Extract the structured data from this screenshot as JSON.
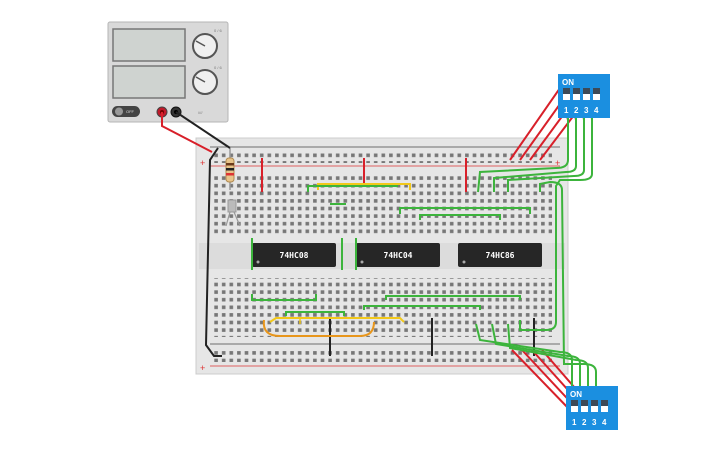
{
  "power_supply": {
    "switch_label": "OFF",
    "knob_marks": [
      "0 / 6",
      "0 / 6"
    ],
    "vent_text": "////"
  },
  "breadboard": {
    "plus_label": "+",
    "minus_label": "−"
  },
  "chips": [
    {
      "label": "74HC08"
    },
    {
      "label": "74HC04"
    },
    {
      "label": "74HC86"
    }
  ],
  "dip_switch_top": {
    "on_label": "ON",
    "numbers": [
      "1",
      "2",
      "3",
      "4"
    ]
  },
  "dip_switch_bottom": {
    "on_label": "ON",
    "numbers": [
      "1",
      "2",
      "3",
      "4"
    ]
  },
  "colors": {
    "wire_red": "#d8202a",
    "wire_black": "#222222",
    "wire_green": "#3cb43c",
    "wire_yellow": "#f2c81a",
    "wire_orange": "#e8961c",
    "dip_blue": "#1b8fe0",
    "chip_body": "#262626",
    "board": "#e6e6e6"
  }
}
